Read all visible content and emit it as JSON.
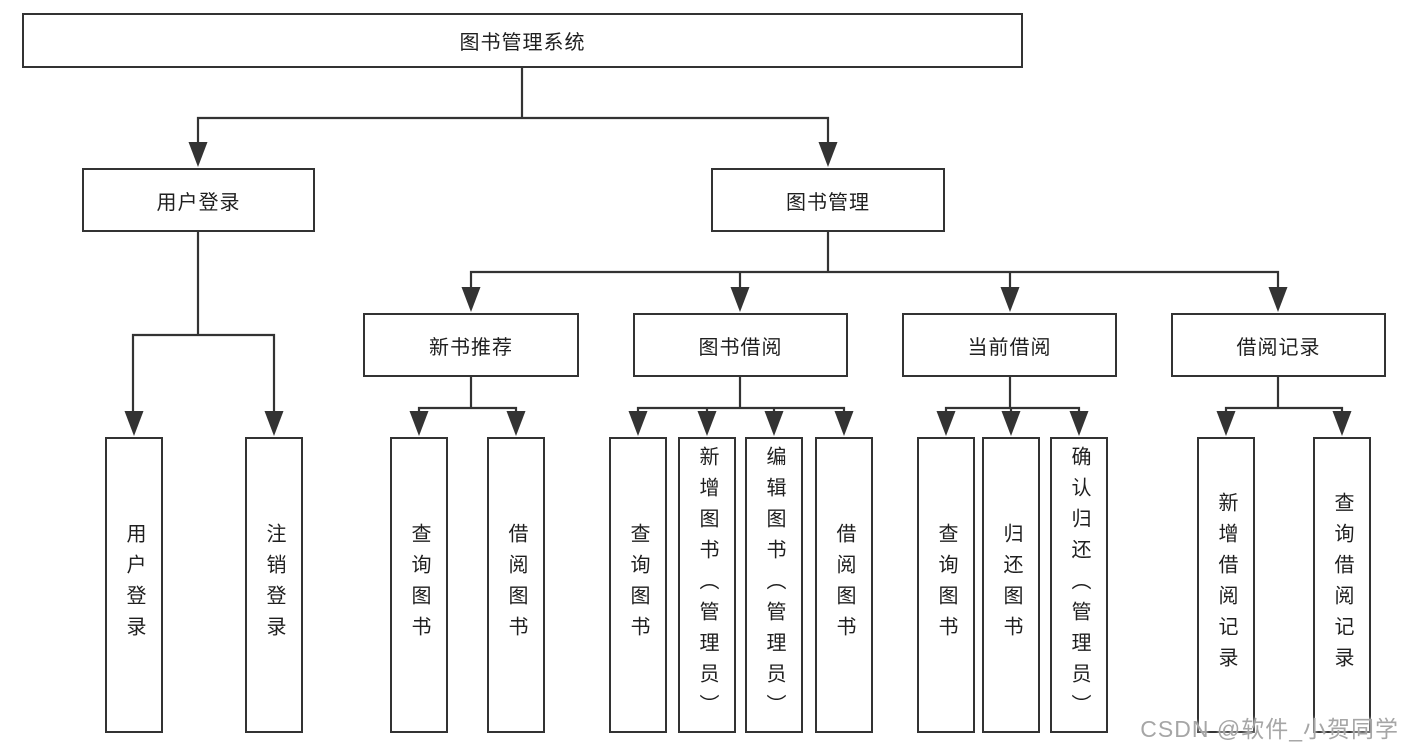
{
  "diagram": {
    "root": {
      "label": "图书管理系统"
    },
    "level2": [
      {
        "label": "用户登录"
      },
      {
        "label": "图书管理"
      }
    ],
    "level3": [
      {
        "label": "新书推荐"
      },
      {
        "label": "图书借阅"
      },
      {
        "label": "当前借阅"
      },
      {
        "label": "借阅记录"
      }
    ],
    "leaves": [
      {
        "label": "用户登录"
      },
      {
        "label": "注销登录"
      },
      {
        "label": "查询图书"
      },
      {
        "label": "借阅图书"
      },
      {
        "label": "查询图书"
      },
      {
        "label": "新增图书（管理员）"
      },
      {
        "label": "编辑图书（管理员）"
      },
      {
        "label": "借阅图书"
      },
      {
        "label": "查询图书"
      },
      {
        "label": "归还图书"
      },
      {
        "label": "确认归还（管理员）"
      },
      {
        "label": "新增借阅记录"
      },
      {
        "label": "查询借阅记录"
      }
    ],
    "colors": {
      "line": "#333333",
      "box_border": "#333333",
      "text": "#1f1f1f",
      "watermark": "#a6a6a6",
      "background": "#ffffff"
    },
    "watermark": {
      "text": "CSDN @软件_小贺同学"
    }
  }
}
